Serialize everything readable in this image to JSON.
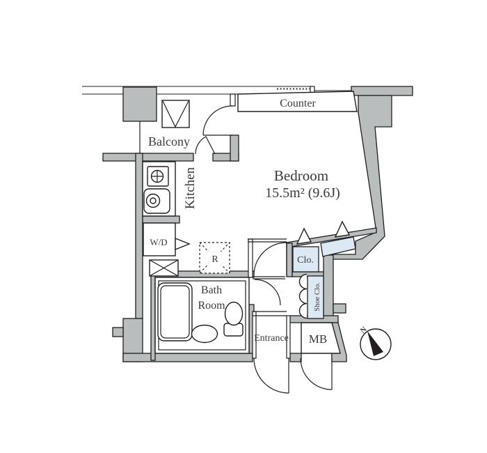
{
  "title": "Apartment floor plan",
  "colors": {
    "wall": "#b9bdbd",
    "line": "#1f1f1f",
    "closet": "#dce8f4",
    "needle": "#241f1f",
    "text": "#3a3a3a"
  },
  "rooms": {
    "balcony": {
      "label": "Balcony"
    },
    "bedroom": {
      "label": "Bedroom",
      "area": "15.5m² (9.6J)"
    },
    "counter": {
      "label": "Counter"
    },
    "kitchen": {
      "label": "Kitchen"
    },
    "bathroom": {
      "label_line1": "Bath",
      "label_line2": "Room"
    },
    "entrance": {
      "label": "Entrance"
    },
    "closet": {
      "label": "Clo."
    },
    "shoe_closet": {
      "label": "Shoe Clo."
    },
    "meter_box": {
      "label": "MB"
    },
    "washer_dryer": {
      "label": "W/D"
    },
    "refrigerator": {
      "label": "R"
    }
  },
  "compass": {
    "north_label": "N"
  }
}
